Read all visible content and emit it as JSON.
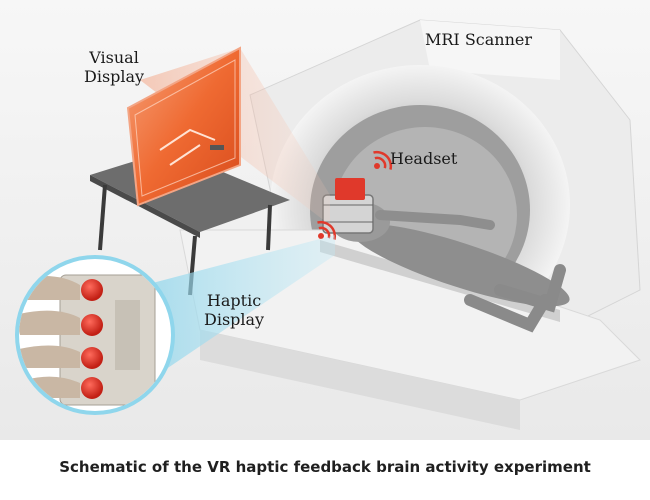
{
  "labels": {
    "visual_display": [
      "Visual",
      "Display"
    ],
    "mri_scanner": "MRI Scanner",
    "headset": "Headset",
    "haptic_display": [
      "Haptic",
      "Display"
    ]
  },
  "caption": "Schematic of the VR haptic feedback brain activity experiment",
  "colors": {
    "accent_red": "#e0392b",
    "screen_orange": "#ef6a32",
    "projection_light": "#f7b79c",
    "haptic_blue": "#8fd6ec",
    "scanner_white": "#ececec"
  },
  "icons": [
    "wireless-signal-icon",
    "wireless-signal-icon"
  ]
}
